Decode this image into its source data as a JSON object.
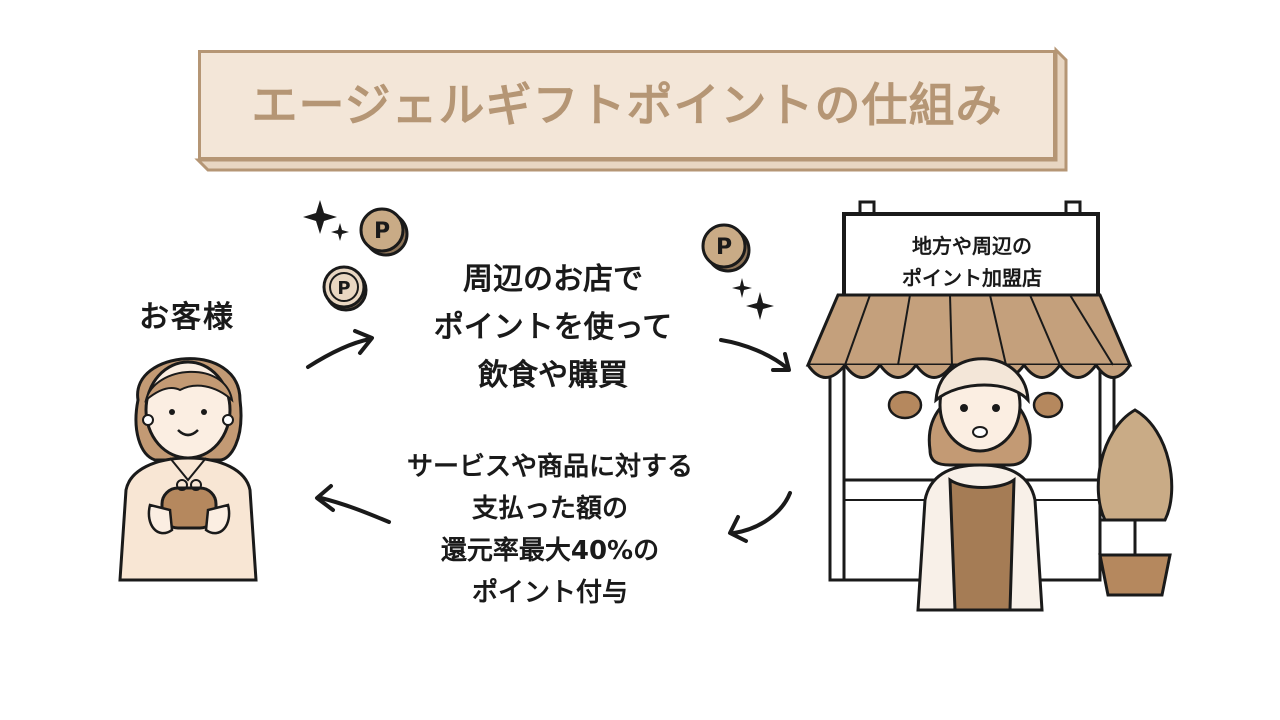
{
  "title": "エージェルギフトポイントの仕組み",
  "customer": {
    "label": "お客様"
  },
  "store": {
    "sign_line1": "地方や周辺の",
    "sign_line2": "ポイント加盟店"
  },
  "flow_top": {
    "line1": "周辺のお店で",
    "line2": "ポイントを使って",
    "line3": "飲食や購買"
  },
  "flow_bottom": {
    "line1": "サービスや商品に対する",
    "line2": "支払った額の",
    "line3": "還元率最大40%の",
    "line4": "ポイント付与"
  },
  "icons": [
    "sparkle-icon",
    "point-coin-icon",
    "arrow-right-icon",
    "arrow-left-icon"
  ],
  "colors": {
    "accent": "#b59675",
    "board_fill": "#f3e6d8",
    "coin": "#c9ab86",
    "awning": "#c4a07c"
  }
}
